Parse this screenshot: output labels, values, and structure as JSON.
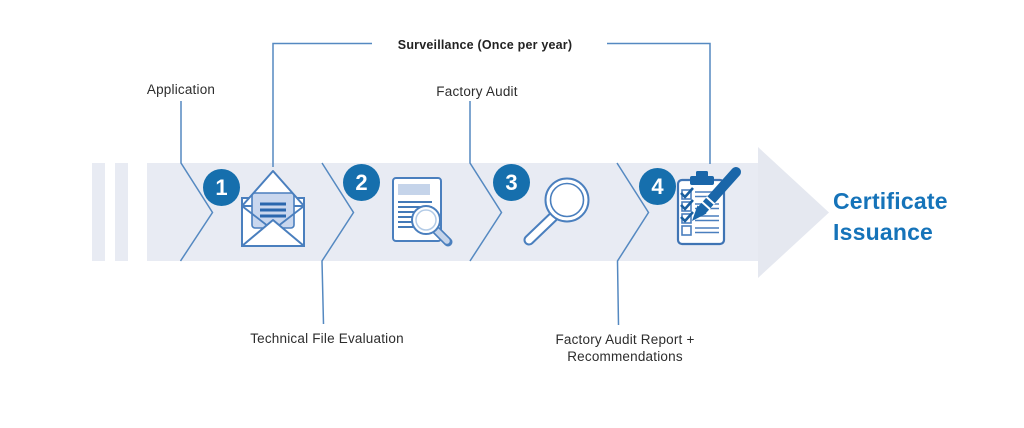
{
  "diagram": {
    "title_hint": "Certification process flow",
    "surveillance": {
      "label": "Surveillance (Once per year)"
    },
    "steps": [
      {
        "number": "1",
        "label": "Application",
        "label_position": "top",
        "icon": "open-envelope-icon"
      },
      {
        "number": "2",
        "label": "Technical File Evaluation",
        "label_position": "bottom",
        "icon": "document-magnifier-icon"
      },
      {
        "number": "3",
        "label": "Factory Audit",
        "label_position": "top",
        "icon": "magnifier-icon"
      },
      {
        "number": "4",
        "label": "Factory Audit Report + Recommendations",
        "label_position": "bottom",
        "icon": "clipboard-pen-icon"
      }
    ],
    "result": {
      "line1": "Certificate",
      "line2": "Issuance"
    },
    "colors": {
      "band": "#e8ebf3",
      "arrowhead": "#e5e8f0",
      "step_circle": "#166fad",
      "connector_line": "#5589c1",
      "icon_outline": "#4a7fbe",
      "icon_accent": "#2a67ae",
      "icon_fill_light": "#c9d7ee",
      "result_text": "#1573b9",
      "label_text": "#2d2d2d"
    }
  }
}
